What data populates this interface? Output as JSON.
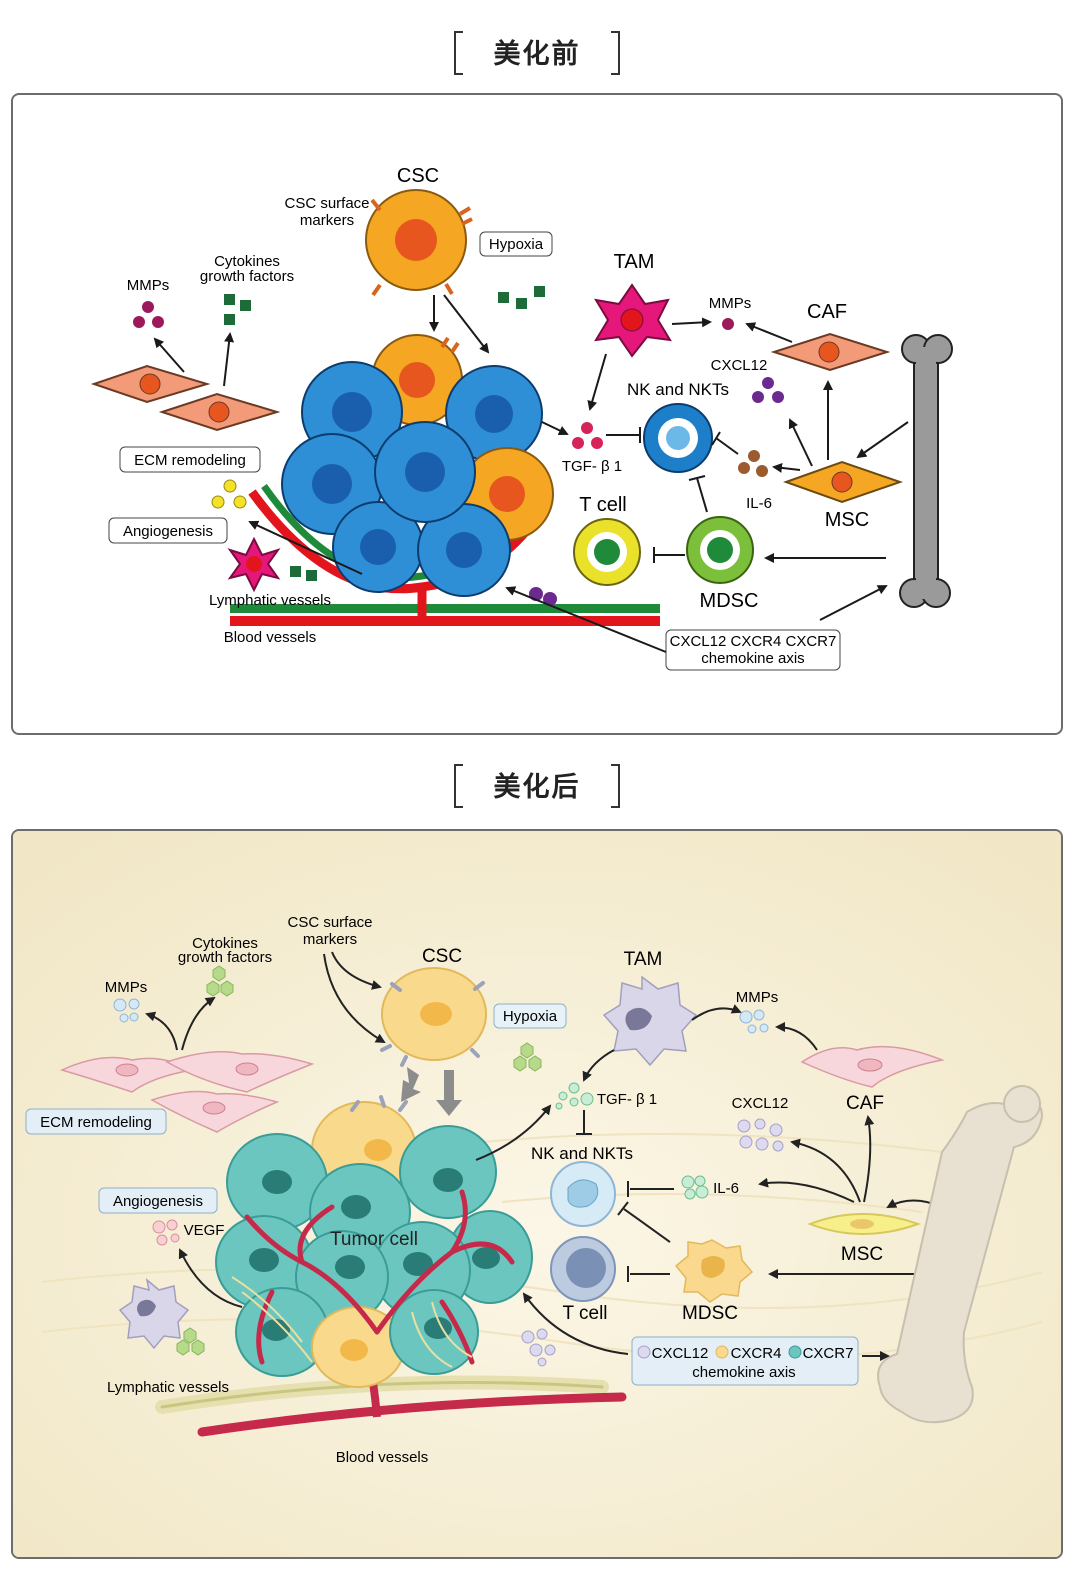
{
  "before": {
    "heading": "美化前",
    "labels": {
      "csc": "CSC",
      "csc_markers_1": "CSC surface",
      "csc_markers_2": "markers",
      "hypoxia": "Hypoxia",
      "cytokines_1": "Cytokines",
      "cytokines_2": "growth factors",
      "mmps_left": "MMPs",
      "tam": "TAM",
      "mmps_right": "MMPs",
      "caf": "CAF",
      "cxcl12": "CXCL12",
      "nk": "NK and NKTs",
      "tgf": "TGF- β 1",
      "il6": "IL-6",
      "msc": "MSC",
      "tcell": "T cell",
      "mdsc": "MDSC",
      "ecm": "ECM remodeling",
      "angiogenesis": "Angiogenesis",
      "lymphatic": "Lymphatic vessels",
      "blood": "Blood vessels",
      "axis_1": "CXCL12  CXCR4  CXCR7",
      "axis_2": "chemokine axis"
    }
  },
  "after": {
    "heading": "美化后",
    "labels": {
      "csc_markers_1": "CSC surface",
      "csc_markers_2": "markers",
      "csc": "CSC",
      "hypoxia": "Hypoxia",
      "cytokines_1": "Cytokines",
      "cytokines_2": "growth factors",
      "mmps_left": "MMPs",
      "tam": "TAM",
      "mmps_right": "MMPs",
      "tgf": "TGF- β 1",
      "caf": "CAF",
      "cxcl12": "CXCL12",
      "nk": "NK and NKTs",
      "il6": "IL-6",
      "msc": "MSC",
      "tcell": "T cell",
      "mdsc": "MDSC",
      "ecm": "ECM remodeling",
      "angiogenesis": "Angiogenesis",
      "vegf": "VEGF",
      "tumor": "Tumor cell",
      "lymphatic": "Lymphatic vessels",
      "blood": "Blood vessels",
      "axis_cxcl12": "CXCL12",
      "axis_cxcr4": "CXCR4",
      "axis_cxcr7": "CXCR7",
      "axis_2": "chemokine axis"
    }
  },
  "colors": {
    "csc_orange": "#f5a623",
    "tumor_blue": "#2e8fd6",
    "tam_magenta": "#e6177a",
    "bg_after": "#f7f1dc",
    "tumor_teal": "#6cc6c0"
  }
}
